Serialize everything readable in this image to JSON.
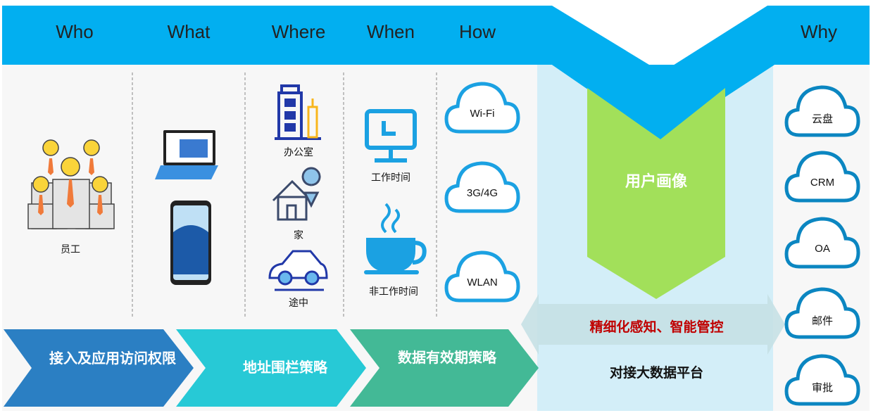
{
  "header": {
    "who": "Who",
    "what": "What",
    "where": "Where",
    "when": "When",
    "how": "How",
    "why": "Why"
  },
  "who": {
    "employee": "员工"
  },
  "where": {
    "office": "办公室",
    "home": "家",
    "transit": "途中"
  },
  "when": {
    "work_time": "工作时间",
    "off_time": "非工作时间"
  },
  "how": {
    "wifi": "Wi-Fi",
    "mobile": "3G/4G",
    "wlan": "WLAN"
  },
  "why": {
    "items": [
      "云盘",
      "CRM",
      "OA",
      "邮件",
      "审批"
    ]
  },
  "center": {
    "profile": "用户画像",
    "slogan": "精细化感知、智能管控",
    "platform": "对接大数据平台"
  },
  "policies": {
    "access": "接入及应用访问权限",
    "geofence": "地址围栏策略",
    "validity": "数据有效期策略"
  },
  "colors": {
    "header_blue": "#02aff0",
    "panel": "#d3eef8",
    "green": "#a2e05a",
    "red": "#c00000",
    "chev1": "#2b7fc3",
    "chev2": "#27c9d6",
    "chev3": "#43b996"
  }
}
